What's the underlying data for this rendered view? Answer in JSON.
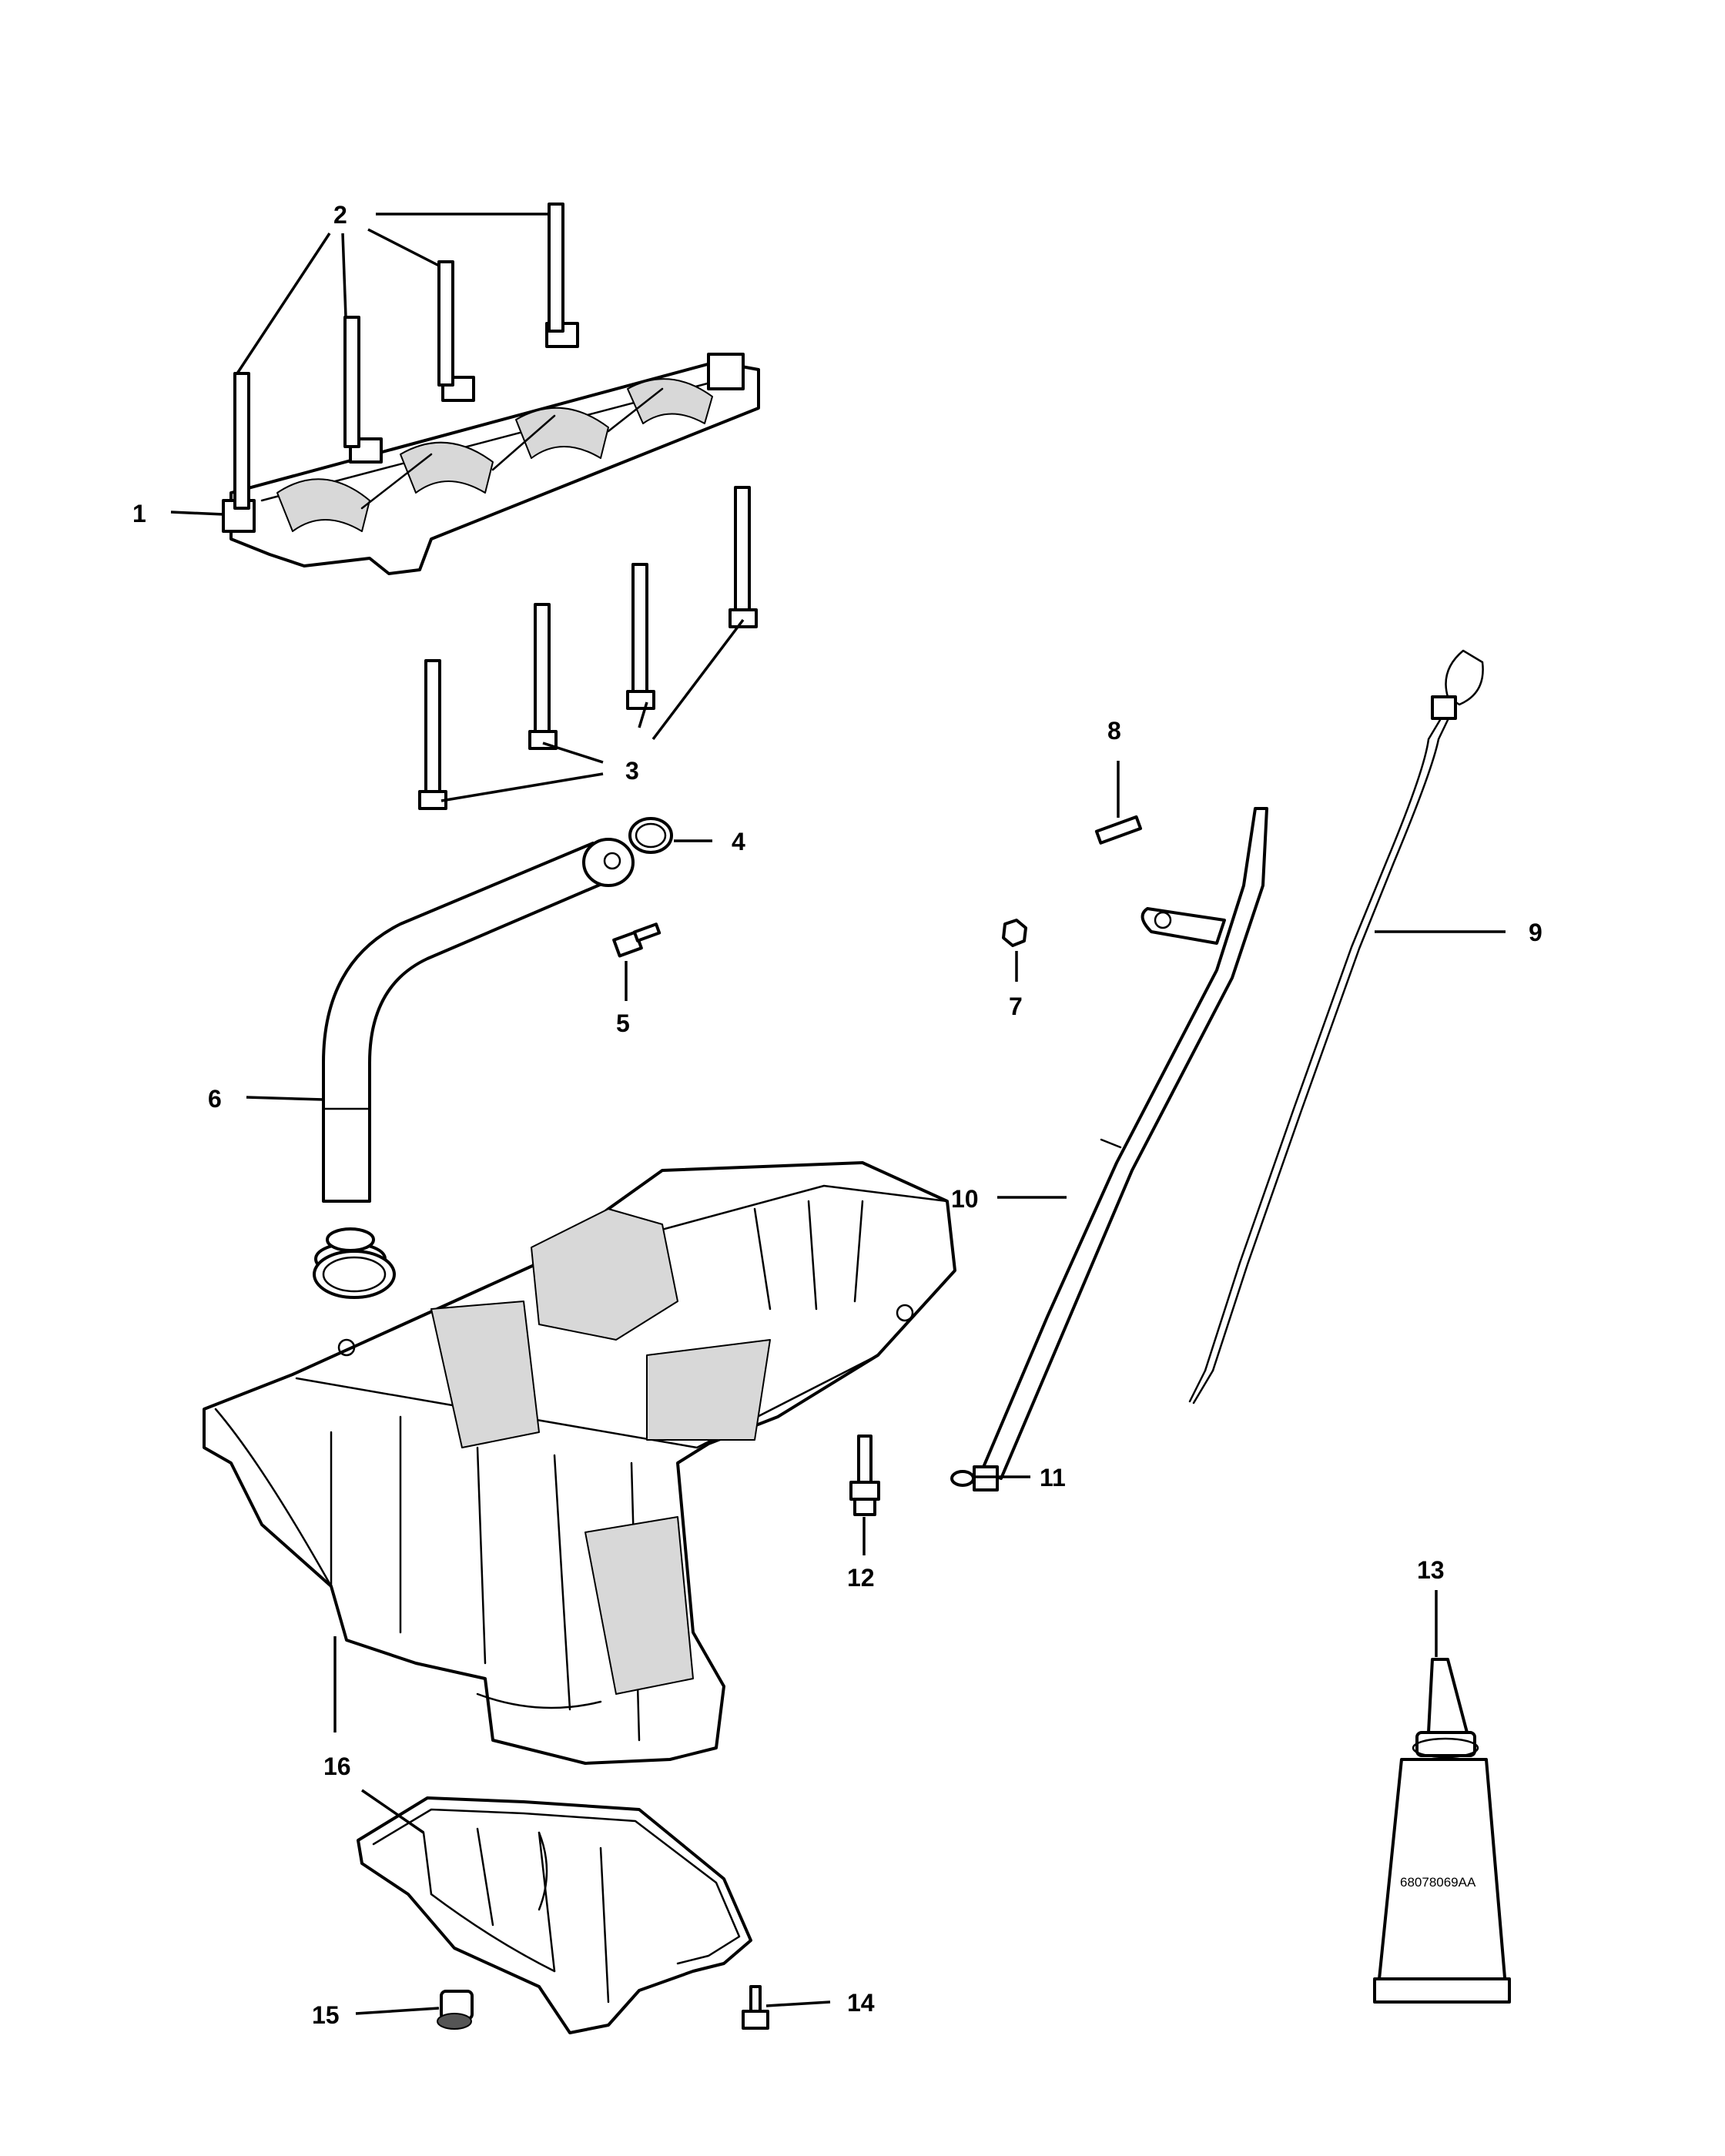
{
  "callouts": [
    {
      "id": "1",
      "label": "1"
    },
    {
      "id": "2",
      "label": "2"
    },
    {
      "id": "3",
      "label": "3"
    },
    {
      "id": "4",
      "label": "4"
    },
    {
      "id": "5",
      "label": "5"
    },
    {
      "id": "6",
      "label": "6"
    },
    {
      "id": "7",
      "label": "7"
    },
    {
      "id": "8",
      "label": "8"
    },
    {
      "id": "9",
      "label": "9"
    },
    {
      "id": "10",
      "label": "10"
    },
    {
      "id": "11",
      "label": "11"
    },
    {
      "id": "12",
      "label": "12"
    },
    {
      "id": "13",
      "label": "13"
    },
    {
      "id": "14",
      "label": "14"
    },
    {
      "id": "15",
      "label": "15"
    },
    {
      "id": "16",
      "label": "16"
    }
  ],
  "sealant_tube": {
    "part_number": "68078069AA"
  }
}
